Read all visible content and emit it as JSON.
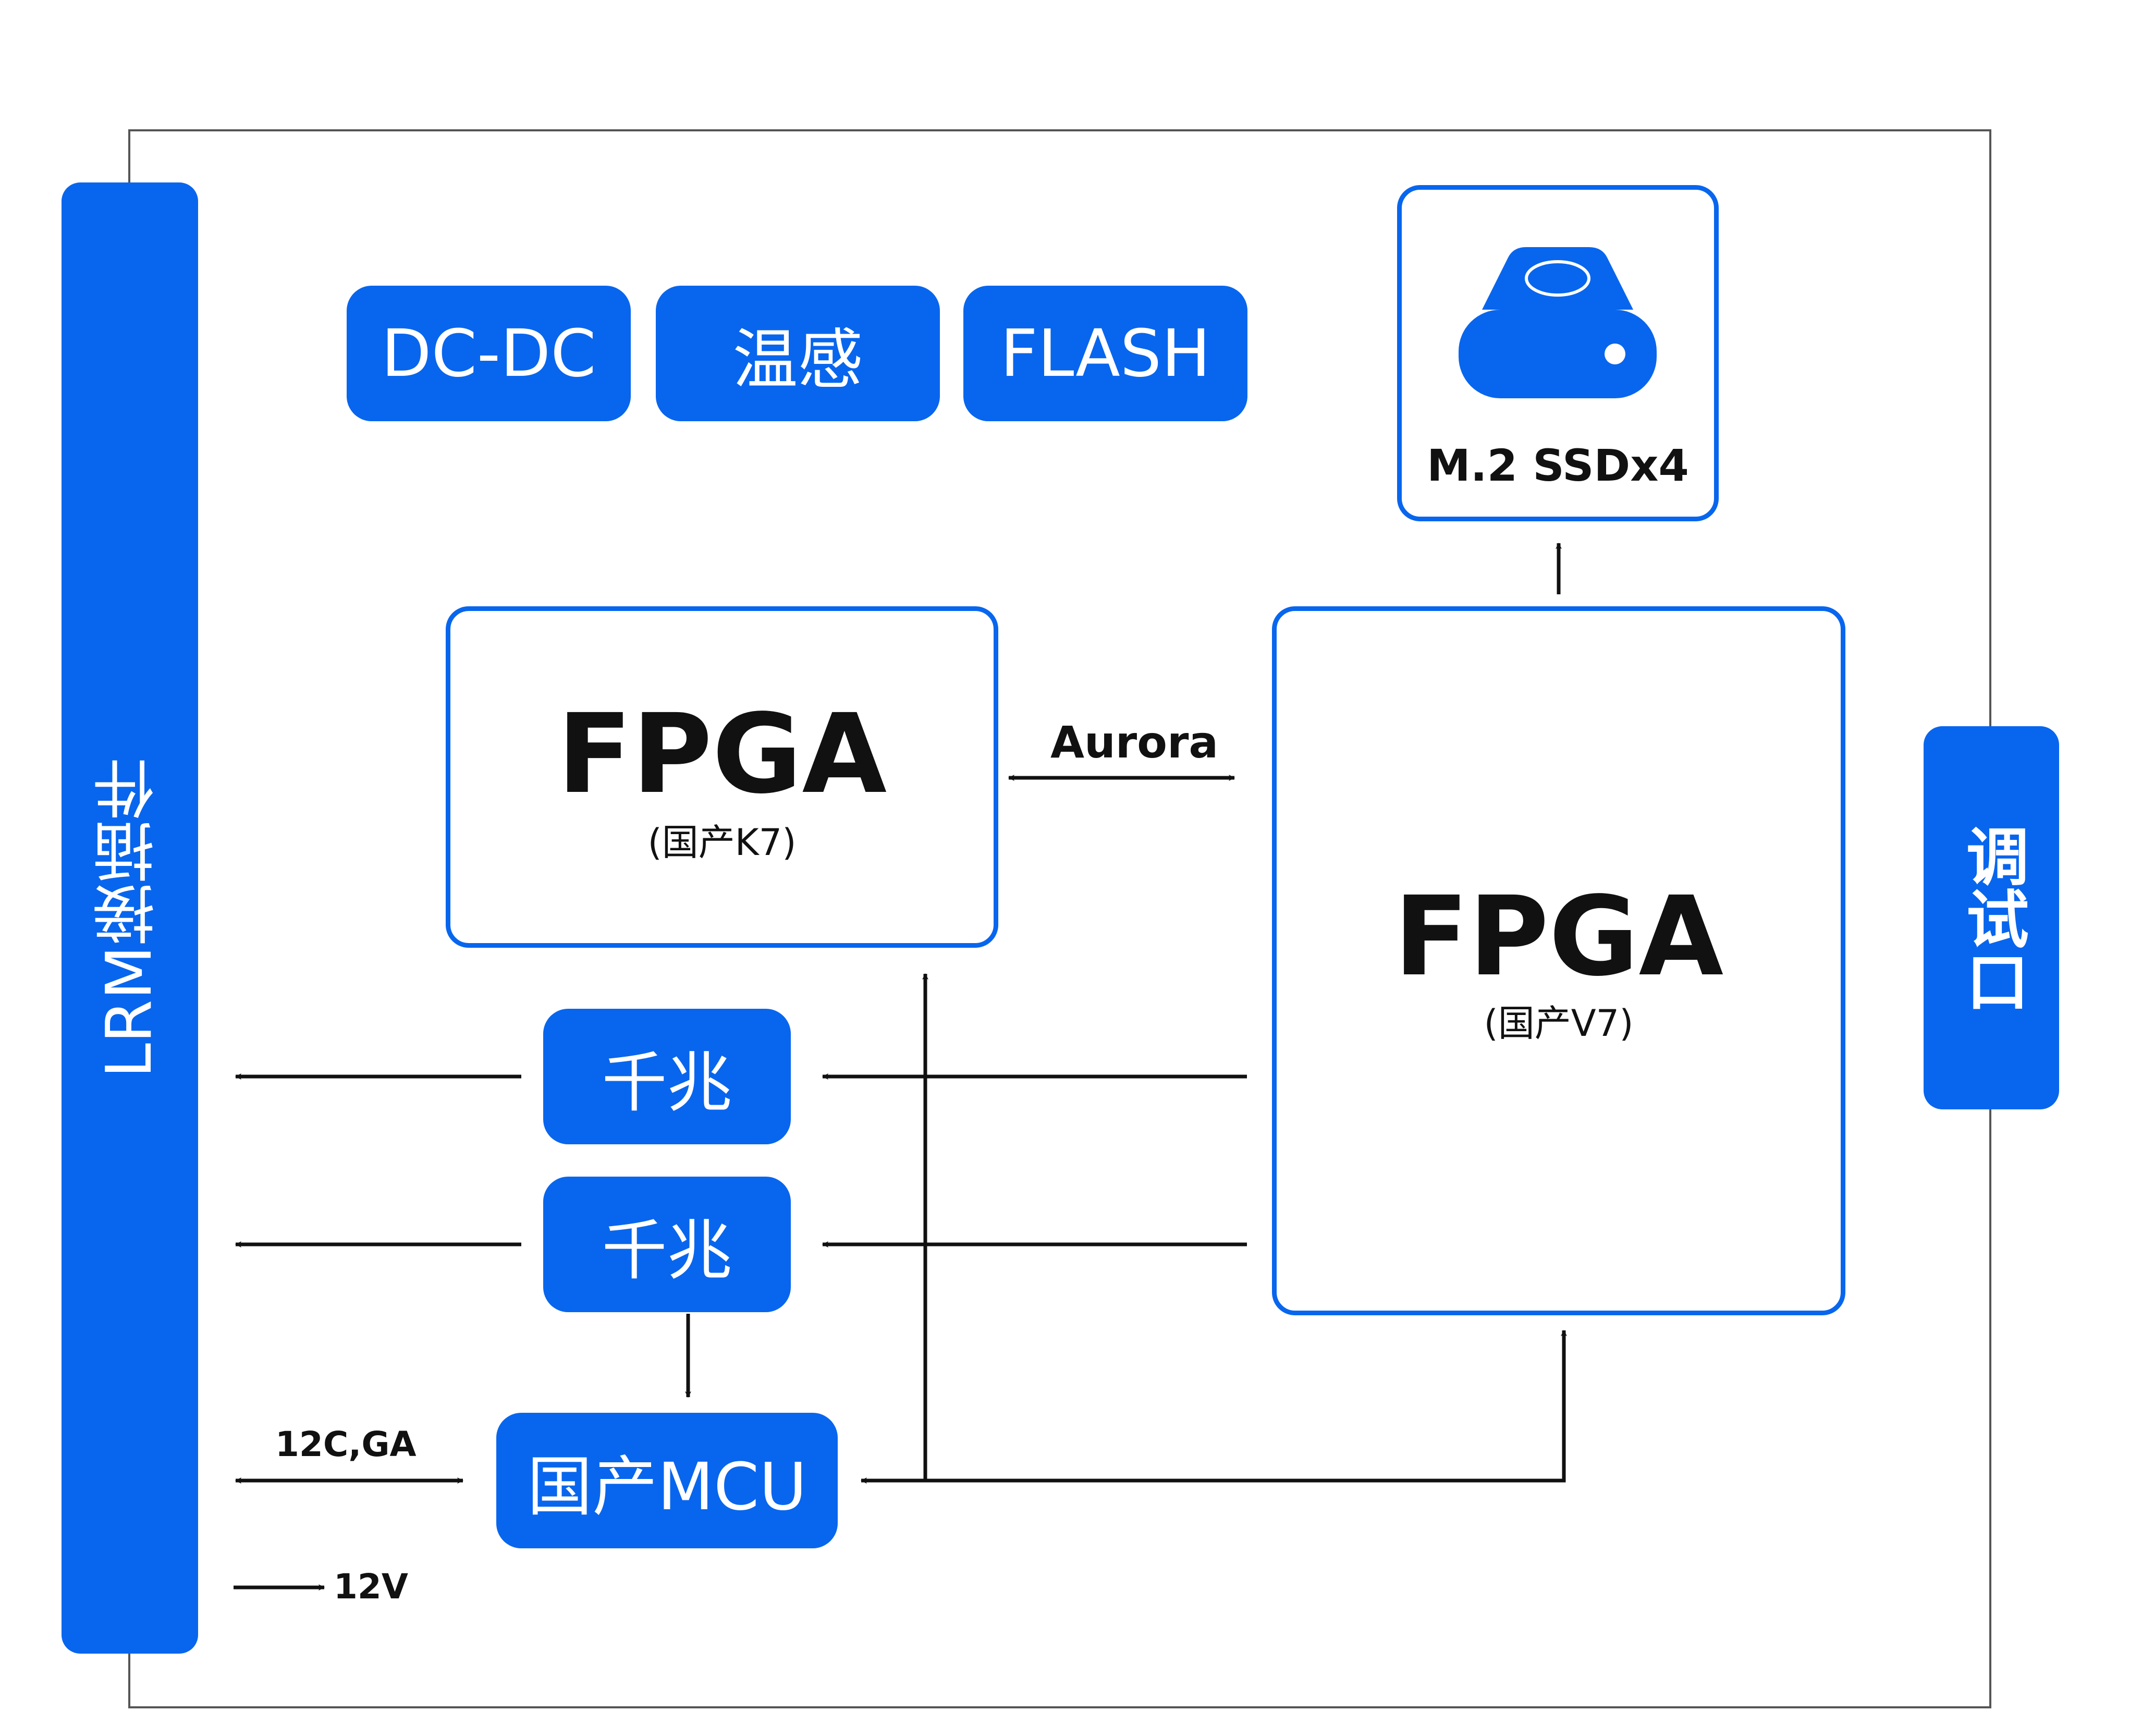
{
  "colors": {
    "accent": "#0866ee",
    "line": "#111111",
    "frame": "#555555"
  },
  "connector": {
    "label": "LRM接插件"
  },
  "debug_port": {
    "label": "调试口"
  },
  "top_blocks": [
    "DC-DC",
    "温感",
    "FLASH"
  ],
  "ssd": {
    "label": "M.2 SSDx4",
    "icon": "hard-drive-icon"
  },
  "fpga_k7": {
    "title": "FPGA",
    "subtitle": "(国产K7)"
  },
  "fpga_v7": {
    "title": "FPGA",
    "subtitle": "(国产V7)"
  },
  "gigabit_1": {
    "label": "千兆"
  },
  "gigabit_2": {
    "label": "千兆"
  },
  "mcu": {
    "label": "国产MCU"
  },
  "links": {
    "aurora": "Aurora",
    "i2c": "12C,GA",
    "power": "12V"
  }
}
